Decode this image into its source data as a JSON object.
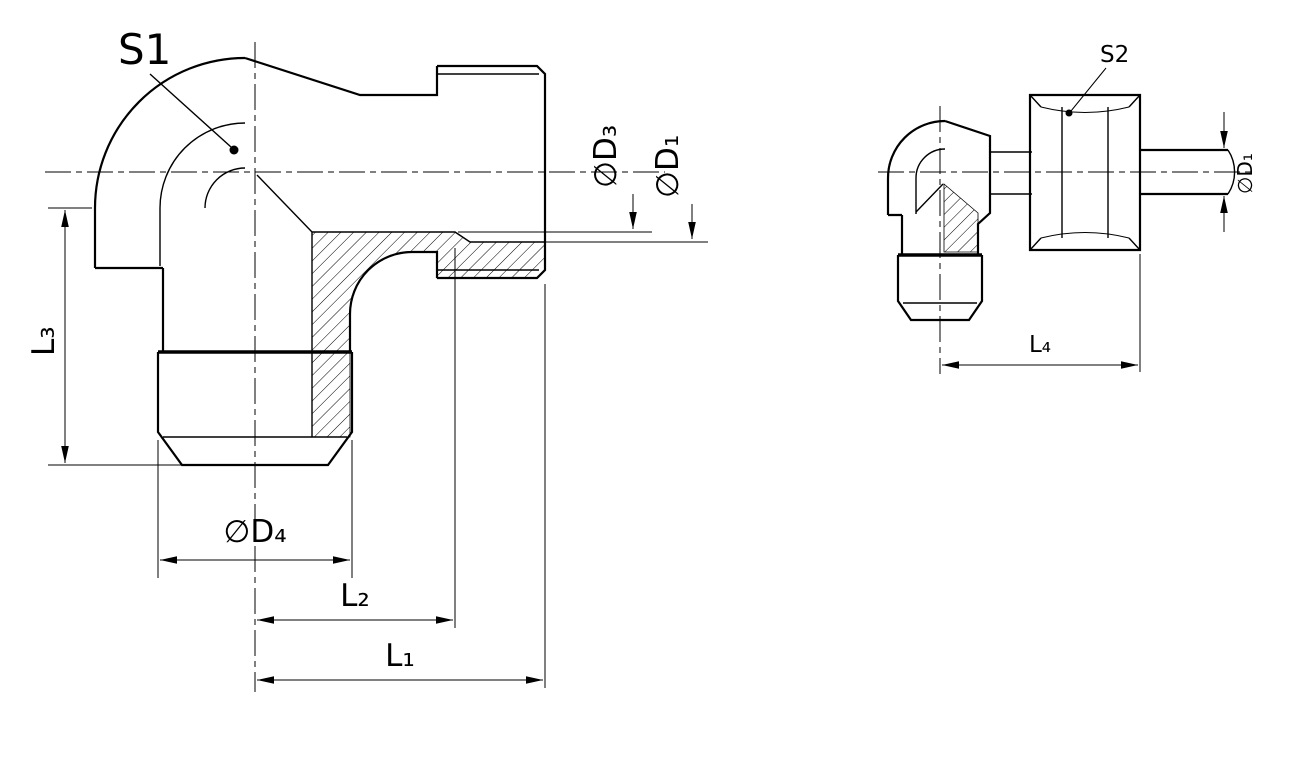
{
  "colors": {
    "line": "#000000",
    "background": "#ffffff"
  },
  "left_view": {
    "labels": {
      "s1": "S1",
      "d3": "∅D₃",
      "d1": "∅D₁",
      "l3": "L₃",
      "d4": "∅D₄",
      "l2": "L₂",
      "l1": "L₁"
    }
  },
  "right_view": {
    "labels": {
      "s2": "S2",
      "d1": "∅D₁",
      "l4": "L₄"
    }
  }
}
